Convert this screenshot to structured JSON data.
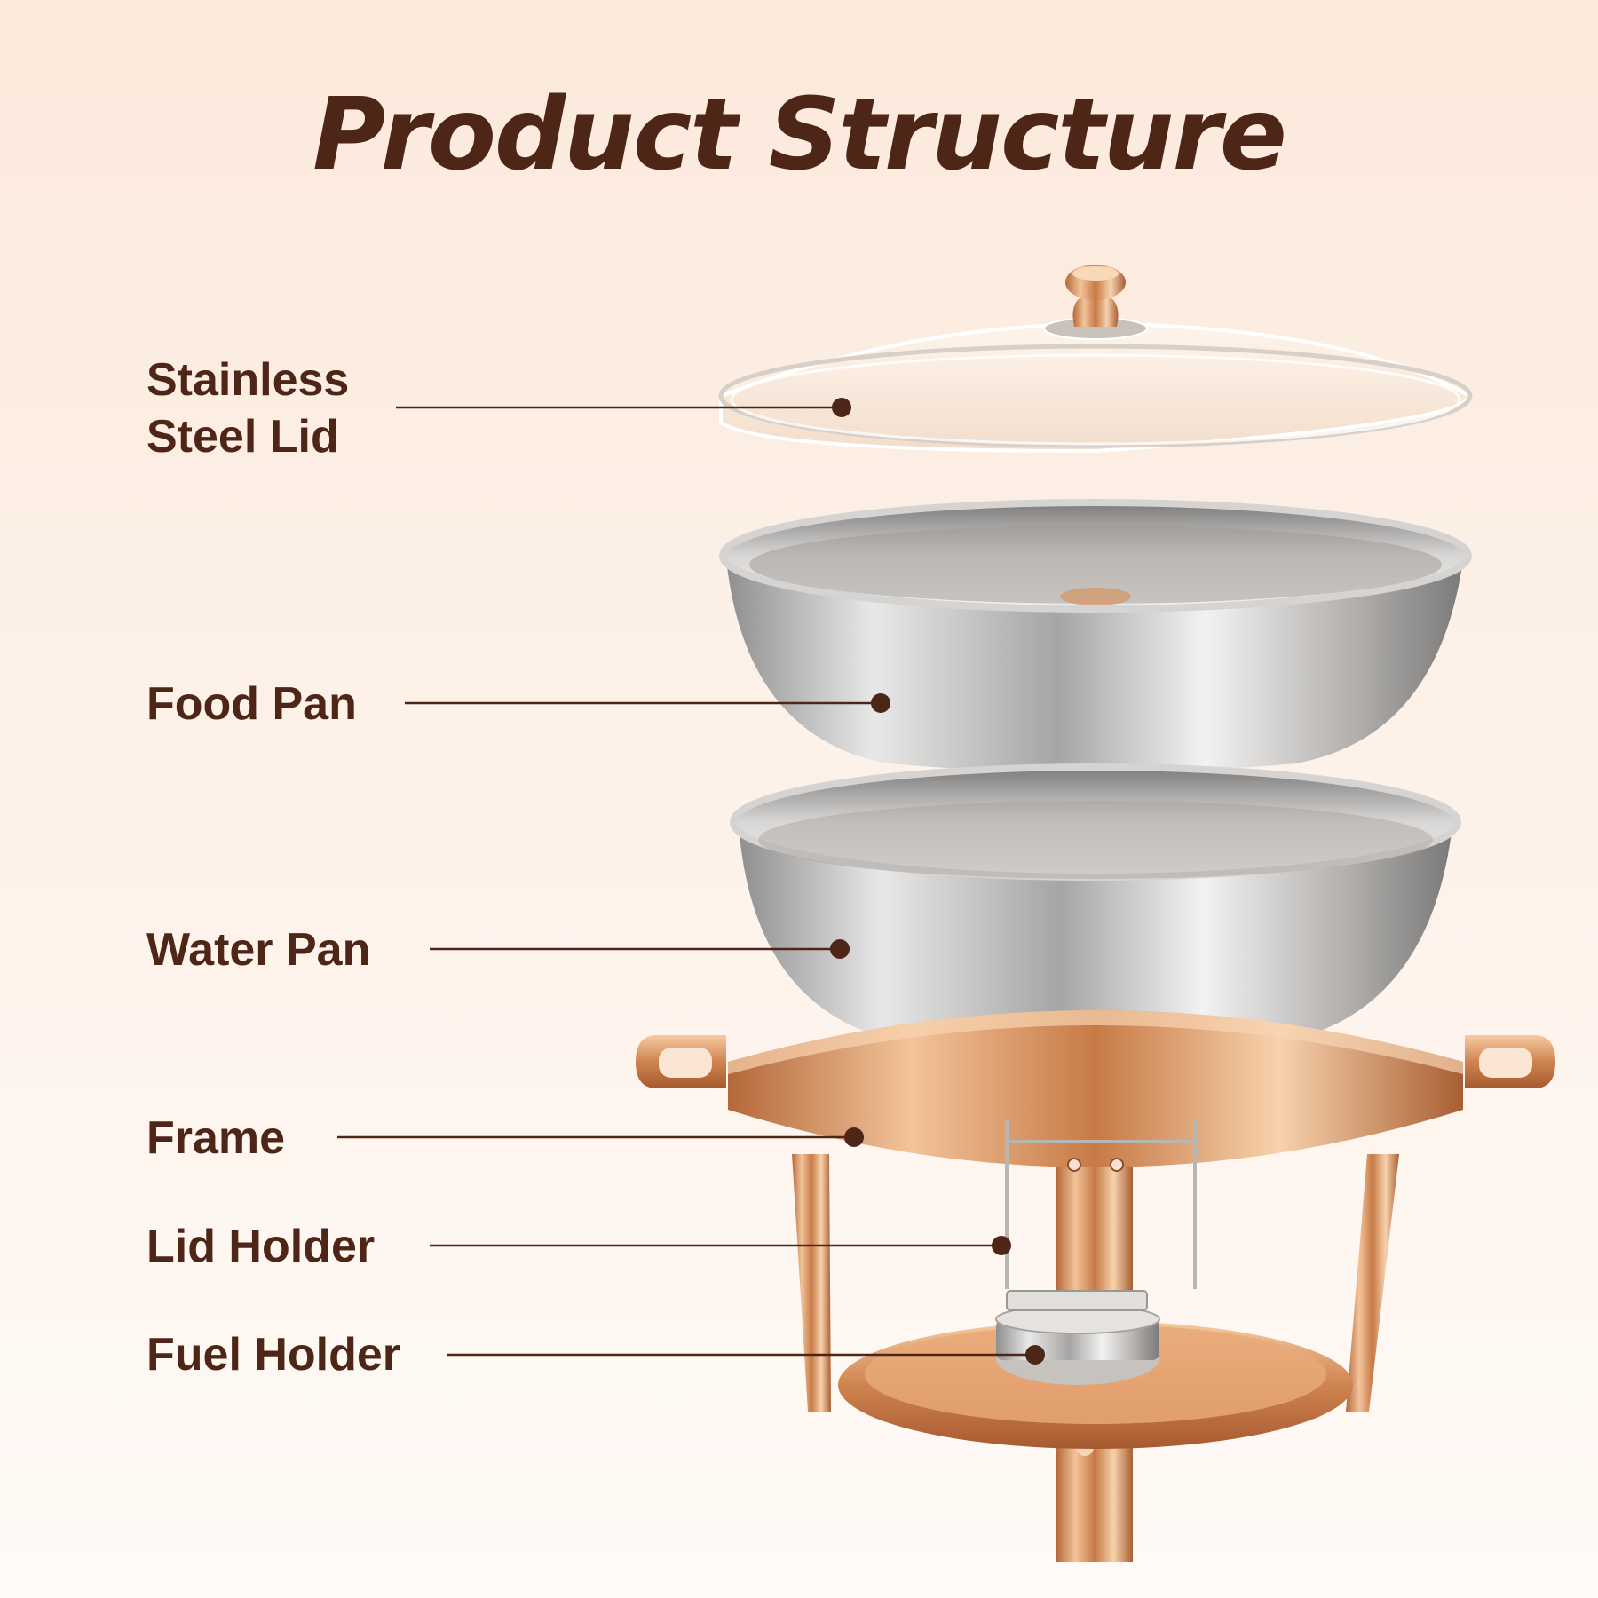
{
  "title": "Product Structure",
  "labels": {
    "lid": [
      "Stainless",
      "Steel Lid"
    ],
    "food_pan": "Food Pan",
    "water_pan": "Water Pan",
    "frame": "Frame",
    "lid_holder": "Lid Holder",
    "fuel_holder": "Fuel Holder"
  },
  "colors": {
    "text": "#4e2618",
    "leader_line": "#4e2618",
    "gold": "#d98a4e",
    "steel": "#c9c7c5",
    "background_top": "#fbe9db"
  }
}
